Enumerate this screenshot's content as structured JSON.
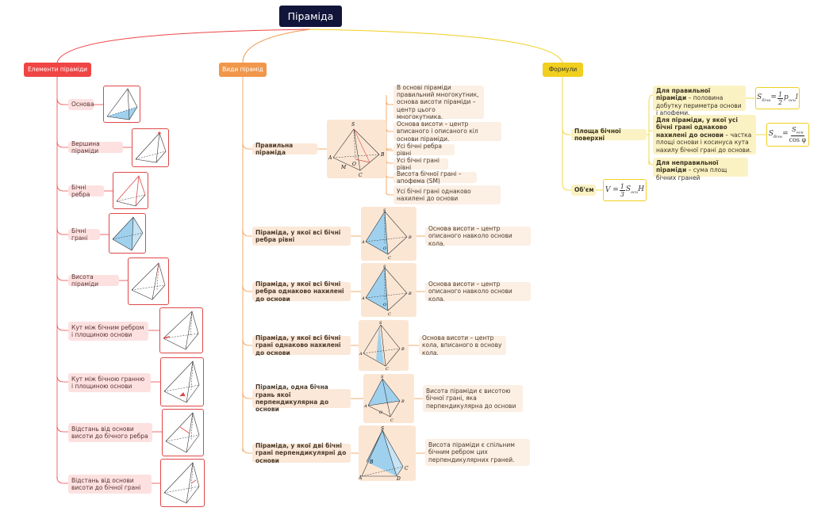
{
  "title": "Піраміда",
  "branches": {
    "elements": "Елементи піраміди",
    "types": "Види пірамід",
    "formulas": "Формули"
  },
  "elements": [
    "Основа",
    "Вершина піраміди",
    "Бічні ребра",
    "Бічні грані",
    "Висота піраміди",
    "Кут між бічним ребром і площиною основи",
    "Кут між бічною гранню і площиною основи",
    "Відстань від основи висоти до бічного ребра",
    "Відстань від основи висоти до бічної грані"
  ],
  "types": {
    "regular": {
      "label": "Правильна піраміда",
      "facts": [
        "В основі піраміди правильний многокутник, основа висоти піраміди – центр цього многокутника.",
        "Основа висоти – центр вписаного і описаного кіл основи піраміди.",
        "Усі бічні ребра рівні",
        "Усі бічні грані рівні",
        "Висота бічної грані – апофема (SM)",
        "Усі бічні грані однаково нахилені до основи"
      ]
    },
    "others": [
      {
        "label": "Піраміда, у якої всі бічні ребра рівні",
        "fact": "Основа висоти – центр описаного навколо основи кола."
      },
      {
        "label": "Піраміда, у якої всі бічні ребра однаково нахилені до основи",
        "fact": "Основа висоти – центр описаного навколо основи кола."
      },
      {
        "label": "Піраміда, у якої всі бічні грані однаково нахилені до основи",
        "fact": "Основа висоти – центр кола, вписаного в основу кола."
      },
      {
        "label": "Піраміда, одна бічна грань якої перпендикулярна до основи",
        "fact": "Висота піраміди є висотою бічної грані, яка перпендикулярна до основи"
      },
      {
        "label": "Піраміда, у якої дві бічні грані перпендикулярні до основи",
        "fact": "Висота піраміди є спільним бічним ребром цих перпендикулярних граней."
      }
    ]
  },
  "formulas": {
    "lateral": {
      "label": "Площа бічної поверхні",
      "regular_title": "Для правильної піраміди",
      "regular_text": " – половина добутку периметра основи і апофеми.",
      "equal_title": "Для піраміди, у якої усі бічні грані однаково нахилені до основи",
      "equal_text": " – частка площі основи і косинуса кута нахилу бічної грані до основи.",
      "irregular_title": "Для неправильної піраміди",
      "irregular_text": " – сума площ бічних граней"
    },
    "volume": {
      "label": "Об'єм"
    }
  },
  "colors": {
    "root": "#12153a",
    "red": "#ef4545",
    "orange": "#f0974a",
    "yellow": "#f0cf1e",
    "face": "#8fc8e8"
  },
  "figure_letters": {
    "S": "S",
    "A": "A",
    "B": "B",
    "C": "C",
    "O": "O",
    "M": "M",
    "D": "D"
  }
}
